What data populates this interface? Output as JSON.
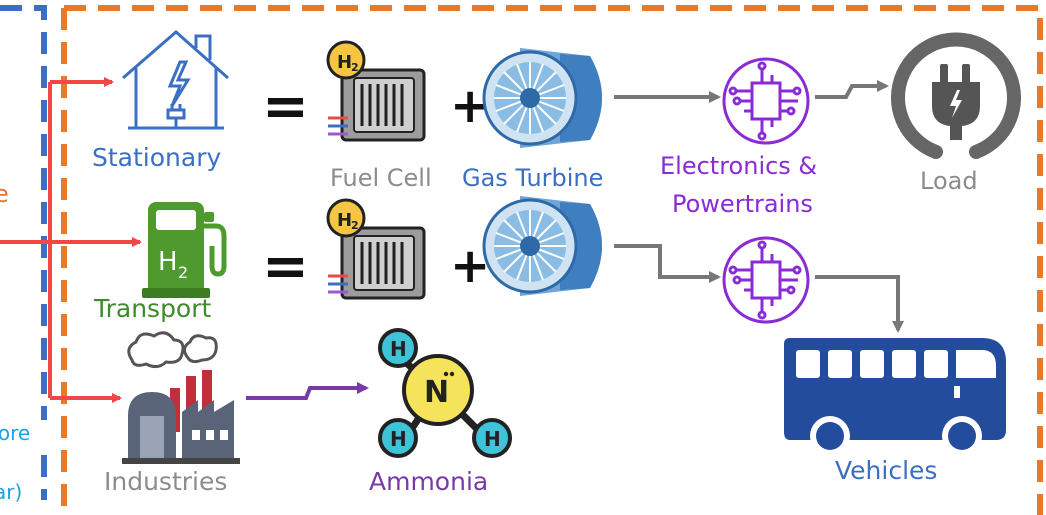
{
  "labels": {
    "stationary": "Stationary",
    "transport": "Transport",
    "industries": "Industries",
    "ammonia": "Ammonia",
    "fuel_cell": "Fuel Cell",
    "gas_turbine": "Gas Turbine",
    "electronics_line1": "Electronics &",
    "electronics_line2": "Powertrains",
    "load": "Load",
    "vehicles": "Vehicles"
  },
  "symbols": {
    "equals": "=",
    "plus": "+",
    "h2_badge": "H",
    "h2_sub": "2",
    "pump_h": "H",
    "pump_sub": "2",
    "nitrogen": "N",
    "hydrogen_atom": "H"
  },
  "cut_off_text": {
    "left_top": "e",
    "left_mid": "tore",
    "left_bottom": "ar)"
  },
  "colors": {
    "orange_border": "#e87a2a",
    "blue_border": "#3b6fc4",
    "red_arrow": "#f04848",
    "gray_arrow": "#777777",
    "purple_arrow": "#7a3aa6",
    "bus_blue": "#244c9c",
    "pump_green": "#4f9a2e",
    "electronics_purple": "#8a2bd6",
    "hydrogen_cyan": "#3fc3d9",
    "nitrogen_yellow": "#f5e35b"
  },
  "icons": [
    "house-lightning-icon",
    "fuel-cell-icon",
    "gas-turbine-icon",
    "circuit-icon",
    "plug-icon",
    "hydrogen-pump-icon",
    "factory-icon",
    "ammonia-molecule-icon",
    "bus-icon"
  ]
}
